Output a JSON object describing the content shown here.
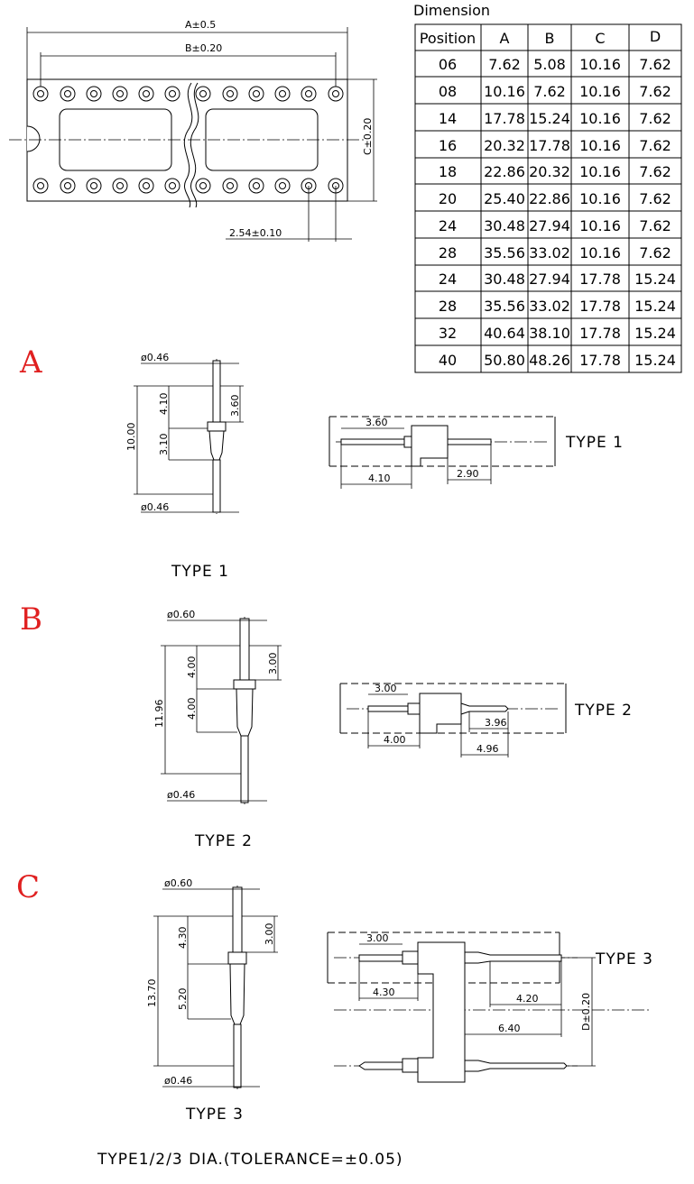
{
  "outline": {
    "dim_a": "A±0.5",
    "dim_b": "B±0.20",
    "dim_c": "C±0.20",
    "pitch": "2.54±0.10"
  },
  "table": {
    "caption": "Dimension",
    "headers": [
      "Position",
      "A",
      "B",
      "C",
      "D"
    ],
    "rows": [
      [
        "06",
        "7.62",
        "5.08",
        "10.16",
        "7.62"
      ],
      [
        "08",
        "10.16",
        "7.62",
        "10.16",
        "7.62"
      ],
      [
        "14",
        "17.78",
        "15.24",
        "10.16",
        "7.62"
      ],
      [
        "16",
        "20.32",
        "17.78",
        "10.16",
        "7.62"
      ],
      [
        "18",
        "22.86",
        "20.32",
        "10.16",
        "7.62"
      ],
      [
        "20",
        "25.40",
        "22.86",
        "10.16",
        "7.62"
      ],
      [
        "24",
        "30.48",
        "27.94",
        "10.16",
        "7.62"
      ],
      [
        "28",
        "35.56",
        "33.02",
        "10.16",
        "7.62"
      ],
      [
        "24",
        "30.48",
        "27.94",
        "17.78",
        "15.24"
      ],
      [
        "28",
        "35.56",
        "33.02",
        "17.78",
        "15.24"
      ],
      [
        "32",
        "40.64",
        "38.10",
        "17.78",
        "15.24"
      ],
      [
        "40",
        "50.80",
        "48.26",
        "17.78",
        "15.24"
      ]
    ]
  },
  "sections": {
    "a": {
      "letter": "A",
      "caption": "TYPE  1",
      "side_label": "TYPE  1",
      "pin": {
        "dia_top": "ø0.46",
        "dia_bottom": "ø0.46",
        "total": "10.00",
        "upper": "4.10",
        "upper_right": "3.60",
        "lower": "3.10"
      },
      "side": {
        "d1": "3.60",
        "d2": "4.10",
        "d3": "2.90"
      }
    },
    "b": {
      "letter": "B",
      "caption": "TYPE  2",
      "side_label": "TYPE  2",
      "pin": {
        "dia_top": "ø0.60",
        "dia_bottom": "ø0.46",
        "total": "11.96",
        "upper": "4.00",
        "upper_right": "3.00",
        "lower": "4.00"
      },
      "side": {
        "d1": "3.00",
        "d2": "4.00",
        "d3": "3.96",
        "d4": "4.96"
      }
    },
    "c": {
      "letter": "C",
      "caption": "TYPE  3",
      "side_label": "TYPE  3",
      "pin": {
        "dia_top": "ø0.60",
        "dia_bottom": "ø0.46",
        "total": "13.70",
        "upper": "4.30",
        "upper_right": "3.00",
        "lower": "5.20"
      },
      "side": {
        "d1": "3.00",
        "d2": "4.30",
        "d3": "4.20",
        "d4": "6.40",
        "d5": "D±0.20"
      }
    }
  },
  "footer": "TYPE1/2/3  DIA.(TOLERANCE=±0.05)",
  "colors": {
    "section_letter": "#e02020",
    "line": "#000000"
  }
}
